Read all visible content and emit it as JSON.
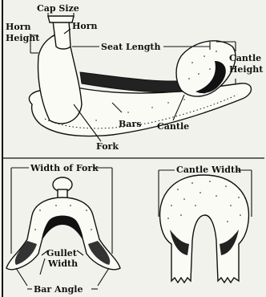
{
  "labels": {
    "cap_size": "Cap Size",
    "horn": "Horn",
    "horn_height_1": "Horn",
    "horn_height_2": "Height",
    "seat_length": "Seat Length",
    "cantle_height_1": "Cantle",
    "cantle_height_2": "Height",
    "bars": "Bars",
    "cantle": "Cantle",
    "fork": "Fork",
    "width_of_fork": "Width of Fork",
    "cantle_width": "Cantle Width",
    "gullet": "Gullet",
    "gullet_width": "Width",
    "bar_angle": "Bar Angle"
  }
}
